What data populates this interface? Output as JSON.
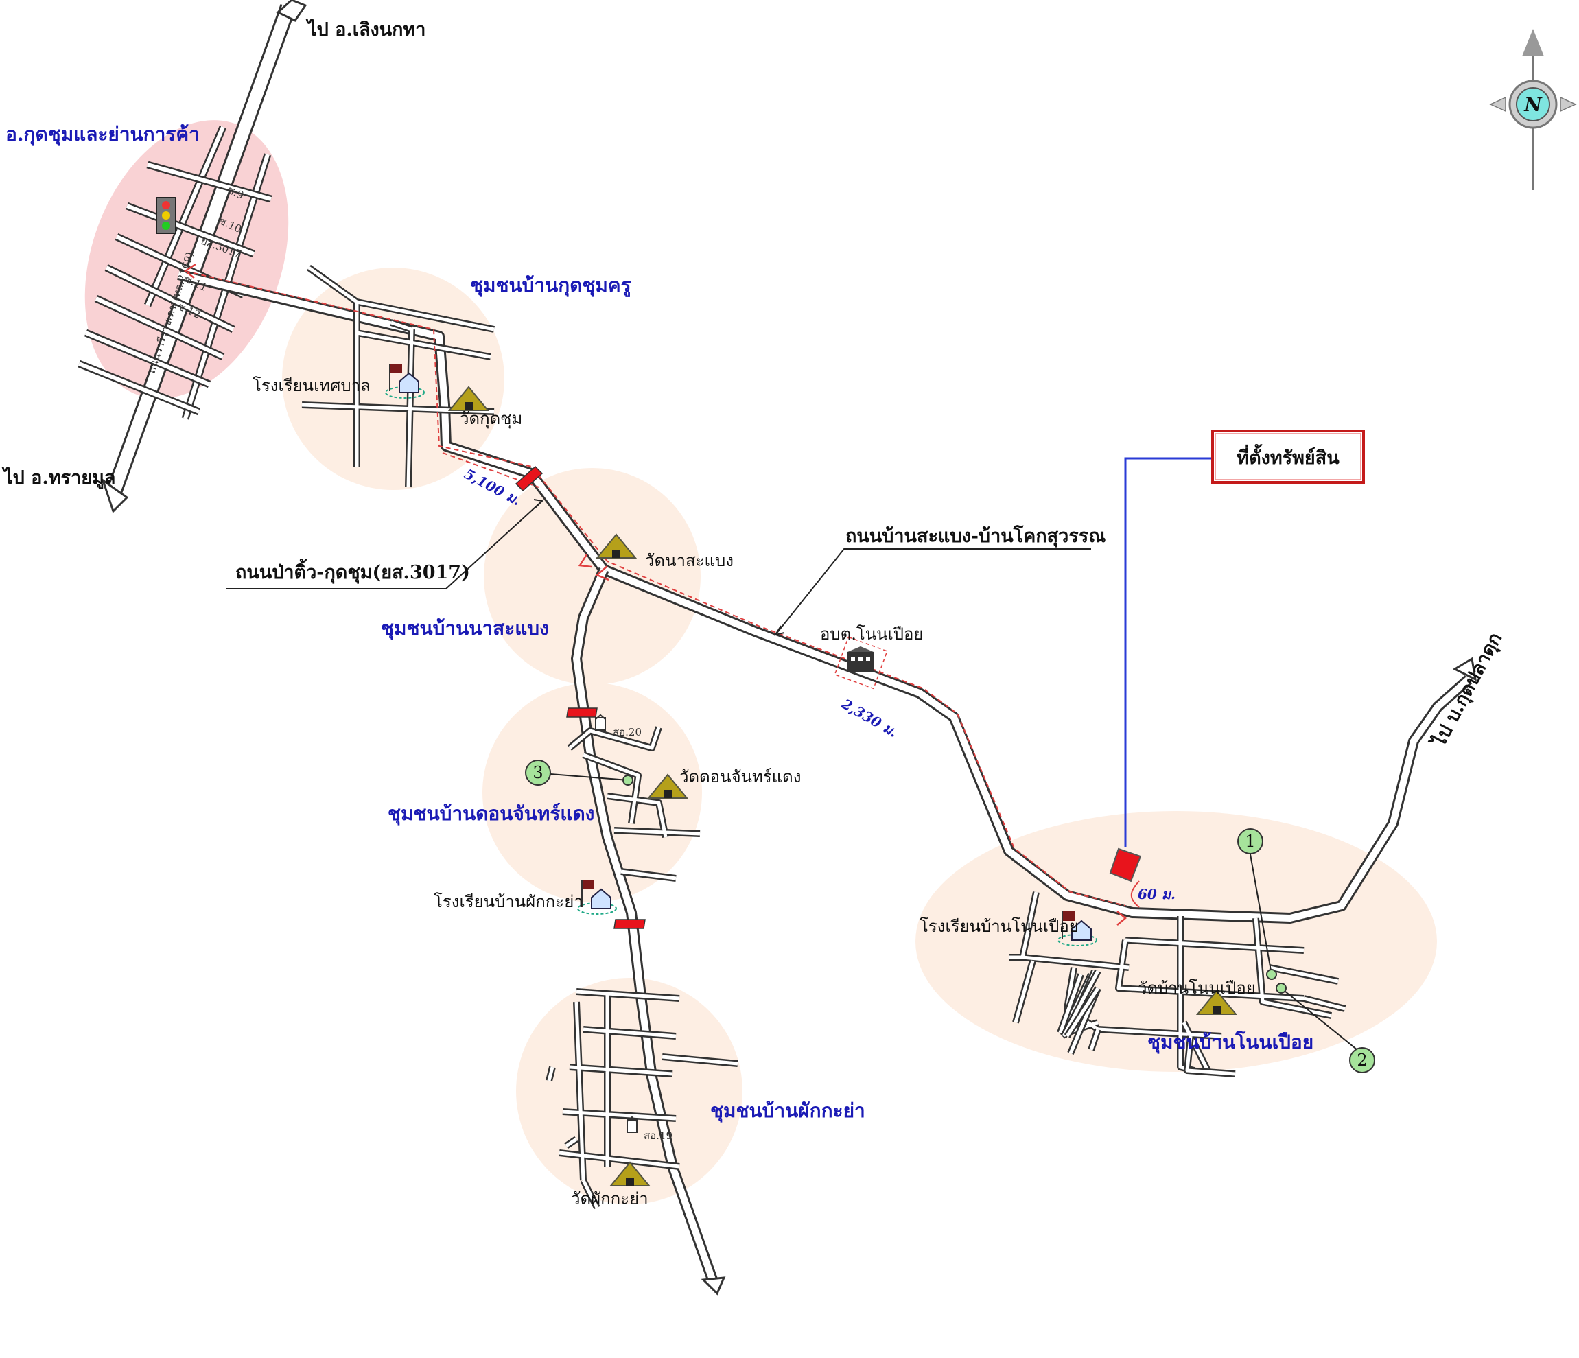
{
  "title": "ที่ตั้งทรัพย์สิน",
  "labels": {
    "to_lerngnoktha": "ไป อ.เลิงนกทา",
    "to_sai_mun": "ไป อ.ทรายมูล",
    "kutchum_district": "อ.กุดชุมและย่านการค้า",
    "community_kutchum_khru": "ชุมชนบ้านกุดชุมครู",
    "municipal_school": "โรงเรียนเทศบาล",
    "wat_kutchum": "วัดกุดชุม",
    "road_pa_tio_kutchum": "ถนนป่าติ้ว-กุดชุม(ยส.3017)",
    "community_na_sabaeng": "ชุมชนบ้านนาสะแบง",
    "wat_na_sabaeng": "วัดนาสะแบง",
    "road_sabaeng_khok_suwan": "ถนนบ้านสะแบง-บ้านโคกสุวรรณ",
    "obt_non_poei": "อบต.โนนเปือย",
    "community_don_chan_daeng": "ชุมชนบ้านดอนจันทร์แดง",
    "wat_don_chan_daeng": "วัดดอนจันทร์แดง",
    "school_phak_kaya": "โรงเรียนบ้านผักกะย่า",
    "community_phak_kaya": "ชุมชนบ้านผักกะย่า",
    "wat_phak_kaya": "วัดผักกะย่า",
    "school_non_poei": "โรงเรียนบ้านโนนเปือย",
    "wat_ban_non_poei": "วัดบ้านโนนเปือย",
    "community_non_poei": "ชุมชนบ้านโนนเปือย",
    "to_ban_kut_pla_duk": "ไป บ.กุดปลาดุก",
    "street_label": "ถนนวารีราชเดช (ทล.2169)",
    "soi_9": "ซ.9",
    "soi_10": "ซ.10",
    "soi_ys3017": "ยส.3017",
    "soi_11": "ซ.11",
    "soi_12": "ซ.12",
    "health_center_20": "สอ.20",
    "health_center_19": "สอ.19"
  },
  "distances": {
    "d1": "5,100 ม.",
    "d2": "2,330 ม.",
    "d3": "60 ม."
  },
  "markers": {
    "m1": "1",
    "m2": "2",
    "m3": "3"
  },
  "compass": {
    "letter": "N"
  },
  "colors": {
    "community_fill": "#fdeee3",
    "district_fill": "#f9d2d4",
    "label_blue": "#1a1ab5",
    "route_red": "#e04040",
    "property_red": "#e8141c",
    "leader_blue": "#2a3bd6",
    "marker_green": "#a6e39b"
  },
  "icons": [
    "traffic-light-icon",
    "school-icon",
    "temple-icon",
    "building-icon",
    "health-center-icon",
    "compass-icon"
  ]
}
